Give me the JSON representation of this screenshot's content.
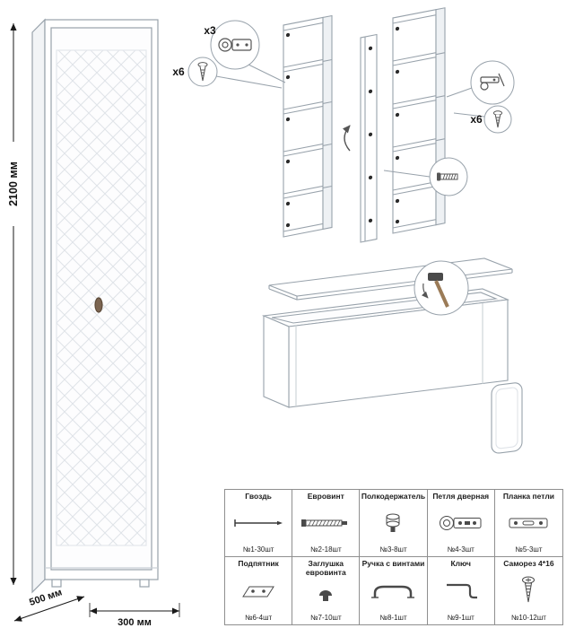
{
  "dimensions": {
    "height": "2100 мм",
    "depth": "500 мм",
    "width": "300 мм"
  },
  "callouts": {
    "hinge_count": "x3",
    "screws_left": "x6",
    "screws_right": "x6"
  },
  "colors": {
    "furniture_line": "#98a2ab",
    "dimension_text": "#111111",
    "table_border": "#8f8f8f"
  },
  "parts_table": {
    "rows": [
      [
        {
          "name": "Гвоздь",
          "count": "№1-30шт",
          "icon": "nail-icon"
        },
        {
          "name": "Евровинт",
          "count": "№2-18шт",
          "icon": "euroscrew-icon"
        },
        {
          "name": "Полкодержатель",
          "count": "№3-8шт",
          "icon": "shelf-support-icon"
        },
        {
          "name": "Петля дверная",
          "count": "№4-3шт",
          "icon": "door-hinge-icon"
        },
        {
          "name": "Планка петли",
          "count": "№5-3шт",
          "icon": "hinge-plate-icon"
        }
      ],
      [
        {
          "name": "Подпятник",
          "count": "№6-4шт",
          "icon": "foot-icon"
        },
        {
          "name": "Заглушка евровинта",
          "count": "№7-10шт",
          "icon": "cap-icon"
        },
        {
          "name": "Ручка с винтами",
          "count": "№8-1шт",
          "icon": "handle-icon"
        },
        {
          "name": "Ключ",
          "count": "№9-1шт",
          "icon": "key-icon"
        },
        {
          "name": "Саморез 4*16",
          "count": "№10-12шт",
          "icon": "tapping-screw-icon"
        }
      ]
    ]
  }
}
